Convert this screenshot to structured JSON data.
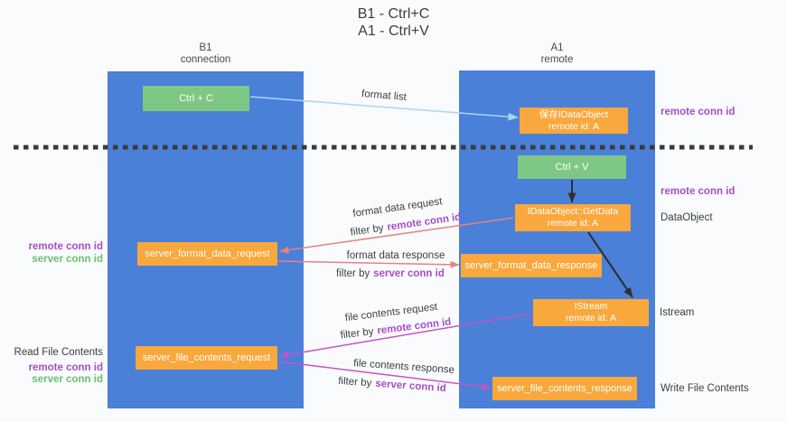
{
  "title": {
    "line1": "B1 - Ctrl+C",
    "line2": "A1 - Ctrl+V"
  },
  "columns": {
    "left": {
      "name": "B1",
      "subtitle": "connection"
    },
    "right": {
      "name": "A1",
      "subtitle": "remote"
    }
  },
  "boxes": {
    "ctrl_c": {
      "label": "Ctrl + C"
    },
    "save_idataobject": {
      "line1": "保存IDataObject",
      "line2": "remote id: A"
    },
    "ctrl_v": {
      "label": "Ctrl + V"
    },
    "getdata": {
      "line1": "IDataObject::GetData",
      "line2": "remote id: A"
    },
    "server_format_data_request": {
      "label": "server_format_data_request"
    },
    "server_format_data_response": {
      "label": "server_format_data_response"
    },
    "istream": {
      "line1": "IStream",
      "line2": "remote id: A"
    },
    "server_file_contents_request": {
      "label": "server_file_contents_request"
    },
    "server_file_contents_response": {
      "label": "server_file_contents_response"
    }
  },
  "arrow_labels": {
    "format_list": "format list",
    "format_data_request": "format data request",
    "format_data_response": "format data response",
    "file_contents_request": "file contents request",
    "file_contents_response": "file contents response",
    "filter_by": "filter by",
    "remote_conn_id": "remote conn id",
    "server_conn_id": "server conn id"
  },
  "annotations": {
    "right_remote_conn_id_1": "remote conn id",
    "right_remote_conn_id_2": "remote conn id",
    "data_object": "DataObject",
    "istream": "Istream",
    "write_file_contents": "Write File Contents",
    "left_remote_conn_id_1": "remote conn id",
    "left_server_conn_id_1": "server conn id",
    "read_file_contents": "Read File Contents",
    "left_remote_conn_id_2": "remote conn id",
    "left_server_conn_id_2": "server conn id"
  },
  "colors": {
    "column_blue": "#4a80d8",
    "box_green": "#7fc784",
    "box_orange": "#f8a83c",
    "arrow_light_blue": "#a9d6f5",
    "arrow_black": "#2e2e2e",
    "arrow_salmon": "#e8837f",
    "arrow_magenta": "#c653c6",
    "text_purple": "#a54ec9",
    "text_green": "#6cbf70"
  }
}
